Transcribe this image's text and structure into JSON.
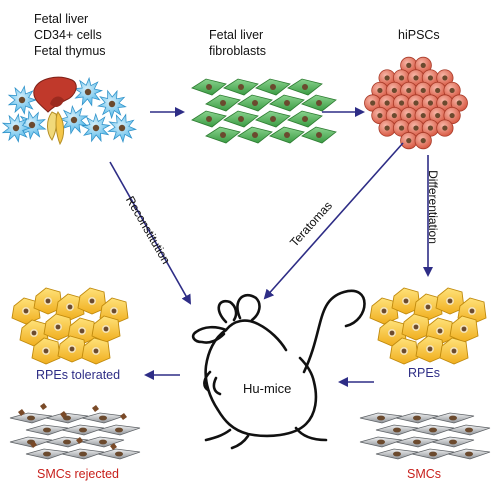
{
  "labels": {
    "source_line1": "Fetal liver",
    "source_line2": "CD34+ cells",
    "source_line3": "Fetal thymus",
    "fibro_line1": "Fetal liver",
    "fibro_line2": "fibroblasts",
    "hipscs": "hiPSCs",
    "reconstitution": "Reconstitution",
    "teratomas": "Teratomas",
    "differentiation": "Differentiation",
    "rpes_tolerated": "RPEs tolerated",
    "rpes": "RPEs",
    "hu_mice": "Hu-mice",
    "smcs_rejected": "SMCs rejected",
    "smcs": "SMCs"
  },
  "colors": {
    "arrow": "#2e2d86",
    "label_blue": "#2e2d86",
    "label_red": "#c8201c",
    "cd34_cell": "#6ec6ee",
    "liver": "#c0392b",
    "fibroblast": "#4caf50",
    "ipsc": "#e8735e",
    "rpe": "#f6c43b",
    "smc": "#b9bcc1",
    "nucleus": "#6b4a2e"
  },
  "icons": [
    "mouse-outline",
    "liver-icon",
    "cell-cluster"
  ]
}
